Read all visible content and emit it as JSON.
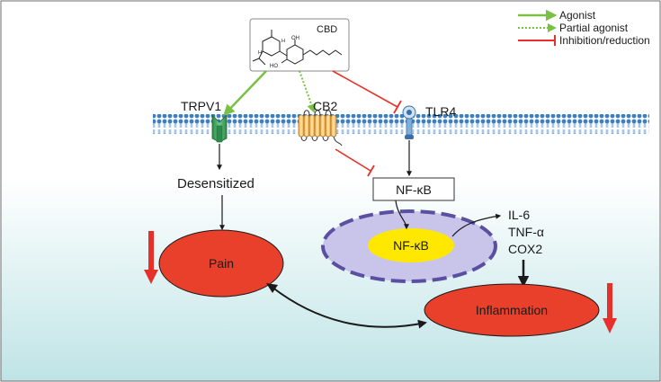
{
  "legend": {
    "agonist": "Agonist",
    "partial_agonist": "Partial agonist",
    "inhibition": "Inhibition/reduction"
  },
  "molecule": {
    "name": "CBD",
    "oh_top": "OH",
    "ho_bottom": "HO",
    "h_upper": "H",
    "h_lower": "H"
  },
  "receptors": {
    "trpv1": "TRPV1",
    "cb2": "CB2",
    "tlr4": "TLR4"
  },
  "pathway": {
    "desensitized": "Desensitized",
    "nfkb_cytoplasm": "NF-κB",
    "nfkb_nucleus": "NF-κB",
    "cytokines": [
      "IL-6",
      "TNF-α",
      "COX2"
    ]
  },
  "outcomes": {
    "pain": "Pain",
    "inflammation": "Inflammation"
  },
  "colors": {
    "agonist": "#7ac143",
    "inhibition": "#e8302a",
    "ellipse_red": "#e8402a",
    "nucleus": "#c9c4ea",
    "nucleus_border": "#5a4fa0",
    "nfkb_core": "#ffe800",
    "membrane": "#2f72b8"
  }
}
